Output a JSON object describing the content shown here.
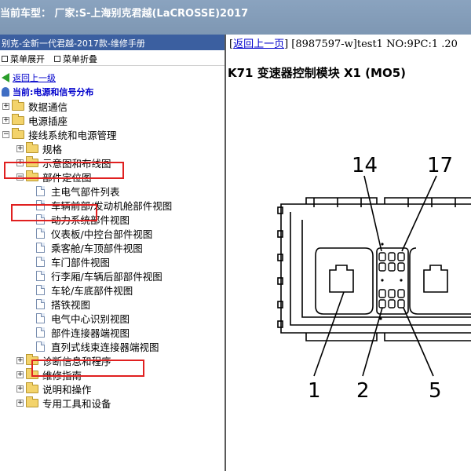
{
  "window": {
    "title": "当前车型：   厂家:S-上海别克君越(LaCROSSE)2017"
  },
  "left": {
    "header": "别克-全新一代君越-2017款-维修手册",
    "toolbar": {
      "expand_label": "菜单展开",
      "collapse_label": "菜单折叠"
    },
    "back_link": "返回上一级",
    "current_path": "当前:电源和信号分布",
    "tree": {
      "data_comm": "数据通信",
      "power_socket": "电源插座",
      "wiring_power": "接线系统和电源管理",
      "specs": "规格",
      "schematics": "示意图和布线图",
      "component_locator": "部件定位图",
      "main_parts_list": "主电气部件列表",
      "front_engine_view": "车辆前部/发动机舱部件视图",
      "powertrain_view": "动力系统部件视图",
      "dash_console_view": "仪表板/中控台部件视图",
      "cabin_roof_view": "乘客舱/车顶部件视图",
      "door_view": "车门部件视图",
      "trunk_rear_view": "行李厢/车辆后部部件视图",
      "wheel_under_view": "车轮/车底部件视图",
      "ground_view": "搭铁视图",
      "elec_center_id": "电气中心识别视图",
      "connector_end_view": "部件连接器端视图",
      "inline_harness_view": "直列式线束连接器端视图",
      "diagnostics": "诊断信息和程序",
      "maintenance": "维修指南",
      "instructions": "说明和操作",
      "special_tools": "专用工具和设备"
    }
  },
  "right": {
    "nav": {
      "back_link": "返回上一页",
      "info": " [8987597-w]test1 NO:9PC:1 .20"
    },
    "doc_title": "K71 变速器控制模块 X1 (MO5)",
    "diagram": {
      "callouts": [
        "14",
        "17",
        "1",
        "2",
        "5"
      ]
    }
  },
  "colors": {
    "highlight": "#e02020",
    "link": "#0000cc",
    "titlebar": "#7e97b3"
  }
}
